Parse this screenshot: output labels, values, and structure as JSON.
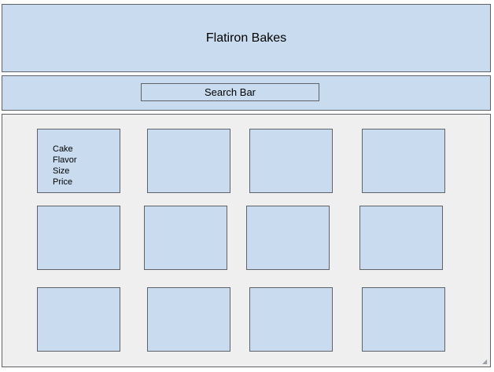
{
  "header": {
    "title": "Flatiron Bakes"
  },
  "search": {
    "label": "Search Bar"
  },
  "cards": [
    {
      "lines": [
        "Cake",
        "Flavor",
        "Size",
        "Price"
      ]
    },
    {
      "lines": []
    },
    {
      "lines": []
    },
    {
      "lines": []
    },
    {
      "lines": []
    },
    {
      "lines": []
    },
    {
      "lines": []
    },
    {
      "lines": []
    },
    {
      "lines": []
    },
    {
      "lines": []
    },
    {
      "lines": []
    },
    {
      "lines": []
    }
  ]
}
